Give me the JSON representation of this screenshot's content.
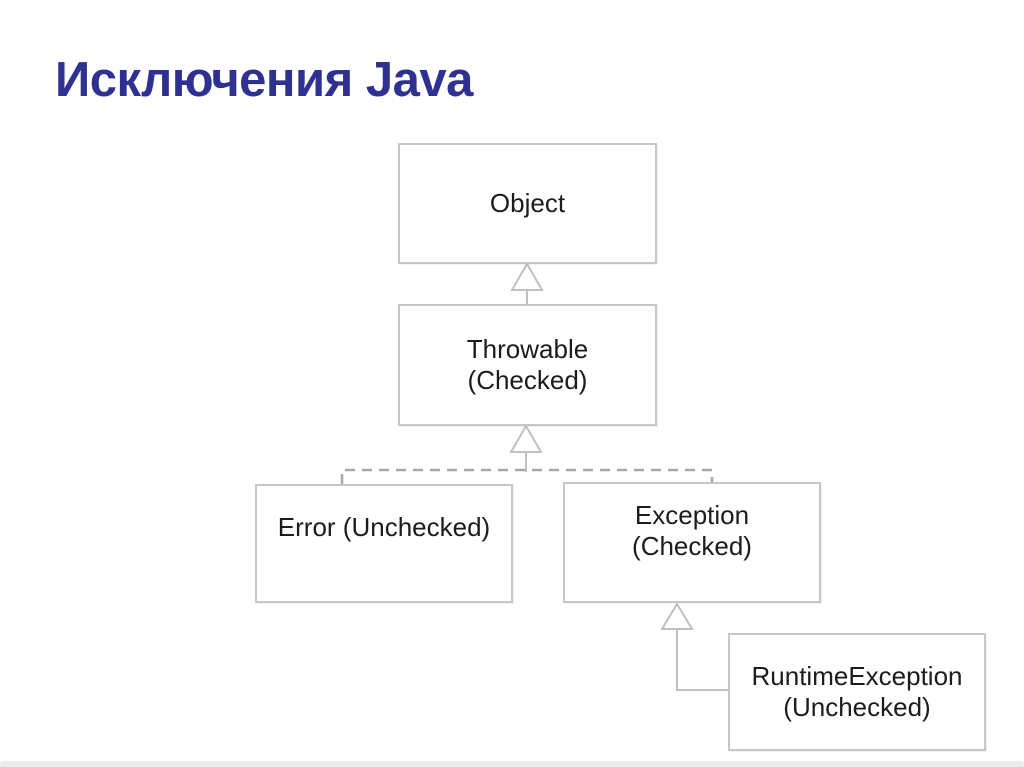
{
  "title": "Исключения Java",
  "colors": {
    "title": "#2e3192",
    "box_border": "#c7c7c7",
    "box_fill": "#ffffff",
    "box_text": "#1c1c1c",
    "solid_connector": "#c0c0c0",
    "dashed_connector": "#a8a8a8",
    "footer_strip": "#ececec",
    "background": "#ffffff"
  },
  "diagram": {
    "type": "class-hierarchy",
    "nodes": {
      "object": {
        "line1": "Object",
        "line2": ""
      },
      "throwable": {
        "line1": "Throwable",
        "line2": "(Checked)"
      },
      "error": {
        "line1": "Error (Unchecked)",
        "line2": ""
      },
      "exception": {
        "line1": "Exception",
        "line2": "(Checked)"
      },
      "runtime": {
        "line1": "RuntimeException",
        "line2": "(Unchecked)"
      }
    },
    "edges": [
      {
        "from": "throwable",
        "to": "object",
        "style": "solid, hollow-triangle inheritance arrow"
      },
      {
        "from": "error",
        "to": "throwable",
        "style": "dashed branch to hollow-triangle inheritance arrow"
      },
      {
        "from": "exception",
        "to": "throwable",
        "style": "dashed branch to hollow-triangle inheritance arrow"
      },
      {
        "from": "runtime",
        "to": "exception",
        "style": "solid elbow, hollow-triangle inheritance arrow"
      }
    ]
  }
}
